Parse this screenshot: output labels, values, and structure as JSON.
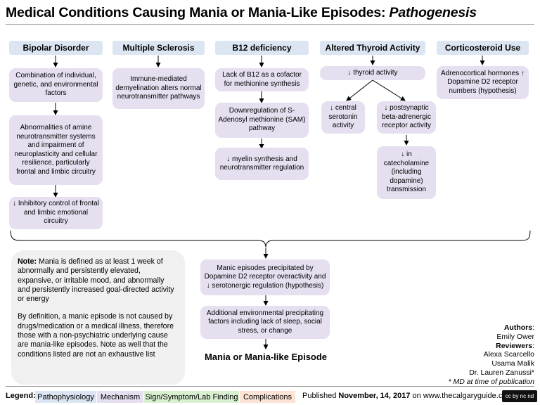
{
  "title": {
    "main": "Medical Conditions Causing Mania or Mania-Like Episodes: ",
    "italic": "Pathogenesis"
  },
  "columns": {
    "bipolar": {
      "header": "Bipolar Disorder",
      "boxes": [
        "Combination of individual, genetic, and environmental factors",
        "Abnormalities of amine neurotransmitter systems and impairment of neuroplasticity and cellular resilience, particularly frontal and limbic circuitry",
        "↓ Inhibitory control of frontal and limbic emotional circuitry"
      ]
    },
    "ms": {
      "header": "Multiple Sclerosis",
      "boxes": [
        "Immune-mediated demyelination alters normal neurotransmitter pathways"
      ]
    },
    "b12": {
      "header": "B12 deficiency",
      "boxes": [
        "Lack of B12 as a cofactor for methionine synthesis",
        "Downregulation of S-Adenosyl methionine (SAM) pathway",
        "↓ myelin synthesis and neurotransmitter regulation"
      ]
    },
    "thyroid": {
      "header": "Altered Thyroid Activity",
      "boxes": [
        "↓ thyroid activity",
        "↓ central serotonin activity",
        "↓ postsynaptic beta-adrenergic receptor activity",
        "↓ in catecholamine (including dopamine) transmission"
      ]
    },
    "steroid": {
      "header": "Corticosteroid Use",
      "boxes": [
        "Adrenocortical hormones ↑ Dopamine D2 receptor numbers (hypothesis)"
      ]
    }
  },
  "center": {
    "box1": "Manic episodes precipitated by Dopamine D2 receptor overactivity and ↓ serotonergic regulation (hypothesis)",
    "box2": "Additional environmental precipitating factors including lack of sleep, social stress, or change",
    "outcome": "Mania or Mania-like Episode"
  },
  "note": {
    "label": "Note:",
    "text1": " Mania is defined as at least 1 week of abnormally and persistently elevated, expansive, or irritable mood, and abnormally and persistently increased goal-directed activity or energy",
    "text2": "By definition, a manic episode is not caused by drugs/medication or a medical illness, therefore those with a non-psychiatric underlying cause are mania-like episodes. Note as well that the conditions listed are not an exhaustive list"
  },
  "credits": {
    "authors_label": "Authors",
    "authors": [
      "Emily Ower"
    ],
    "reviewers_label": "Reviewers",
    "reviewers": [
      "Alexa Scarcello",
      "Usama Malik",
      "Dr. Lauren Zanussi*"
    ],
    "footnote": "* MD at time of publication"
  },
  "legend": {
    "label": "Legend",
    "items": [
      {
        "label": "Pathophysiology",
        "color": "#dce6f2"
      },
      {
        "label": "Mechanism",
        "color": "#e5dff0"
      },
      {
        "label": "Sign/Symptom/Lab Finding",
        "color": "#d8efd0"
      },
      {
        "label": "Complications",
        "color": "#fbe3d6"
      }
    ],
    "published_prefix": "Published ",
    "published_date": "November, 14, 2017",
    "published_suffix": " on www.thecalgaryguide.com"
  },
  "license_badge": "cc by nc nd"
}
